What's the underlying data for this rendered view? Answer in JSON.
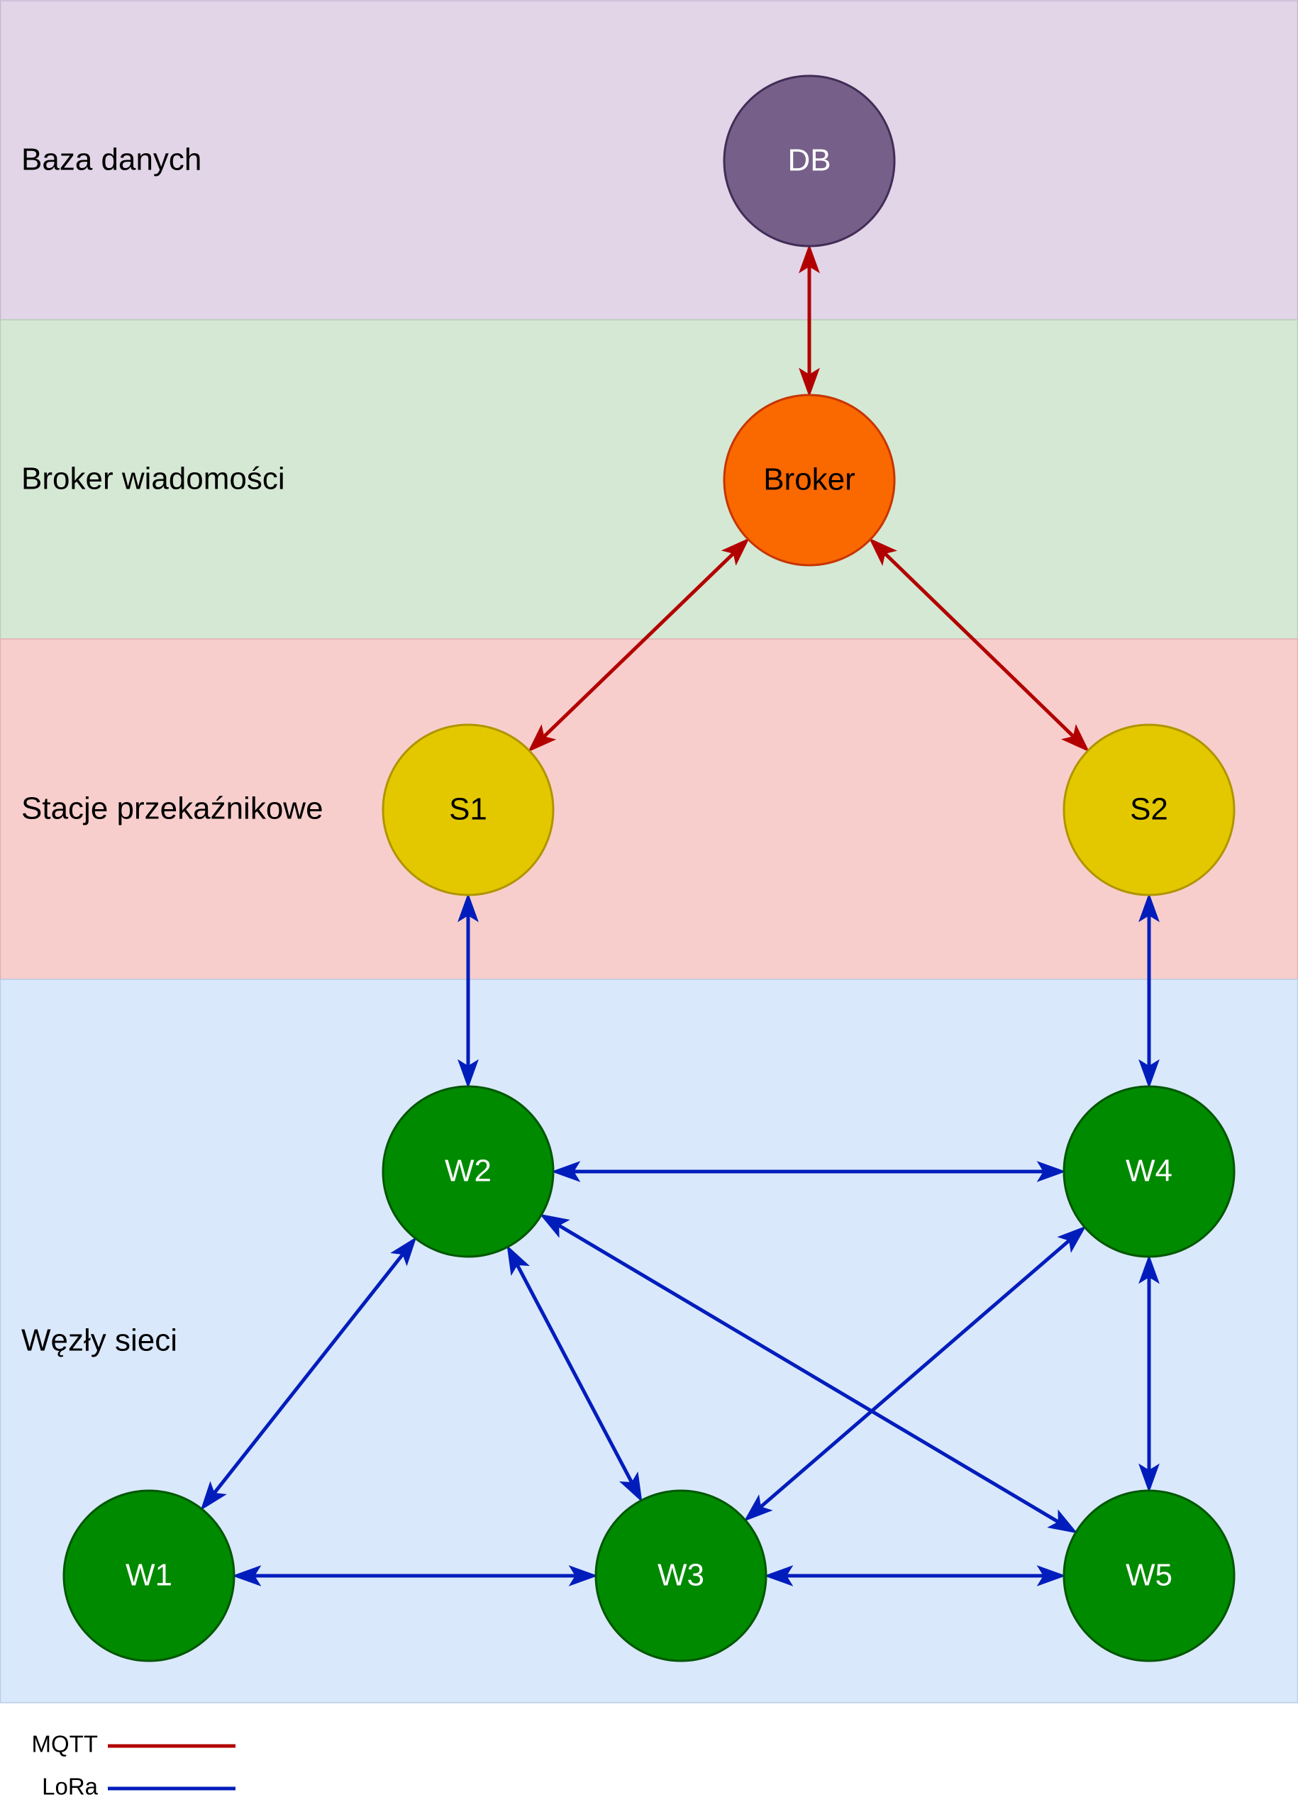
{
  "bands": [
    {
      "id": "db-layer",
      "label": "Baza danych",
      "color": "#e1d5e7",
      "border": "#c6b4d0"
    },
    {
      "id": "broker-layer",
      "label": "Broker wiadomości",
      "color": "#d5e8d4",
      "border": "#b9cfb8"
    },
    {
      "id": "relay-layer",
      "label": "Stacje przekaźnikowe",
      "color": "#f8cecc",
      "border": "#e0b2b0"
    },
    {
      "id": "nodes-layer",
      "label": "Węzły sieci",
      "color": "#dae8fc",
      "border": "#b9cde8"
    }
  ],
  "nodes": [
    {
      "id": "DB",
      "label": "DB",
      "fill": "#76608a",
      "stroke": "#432d57",
      "text": "#ffffff"
    },
    {
      "id": "Broker",
      "label": "Broker",
      "fill": "#fa6800",
      "stroke": "#c73500",
      "text": "#000000"
    },
    {
      "id": "S1",
      "label": "S1",
      "fill": "#e3c800",
      "stroke": "#b09500",
      "text": "#000000"
    },
    {
      "id": "S2",
      "label": "S2",
      "fill": "#e3c800",
      "stroke": "#b09500",
      "text": "#000000"
    },
    {
      "id": "W1",
      "label": "W1",
      "fill": "#008a00",
      "stroke": "#005700",
      "text": "#ffffff"
    },
    {
      "id": "W2",
      "label": "W2",
      "fill": "#008a00",
      "stroke": "#005700",
      "text": "#ffffff"
    },
    {
      "id": "W3",
      "label": "W3",
      "fill": "#008a00",
      "stroke": "#005700",
      "text": "#ffffff"
    },
    {
      "id": "W4",
      "label": "W4",
      "fill": "#008a00",
      "stroke": "#005700",
      "text": "#ffffff"
    },
    {
      "id": "W5",
      "label": "W5",
      "fill": "#008a00",
      "stroke": "#005700",
      "text": "#ffffff"
    }
  ],
  "edges": [
    {
      "from": "DB",
      "to": "Broker",
      "type": "MQTT"
    },
    {
      "from": "Broker",
      "to": "S1",
      "type": "MQTT"
    },
    {
      "from": "Broker",
      "to": "S2",
      "type": "MQTT"
    },
    {
      "from": "S1",
      "to": "W2",
      "type": "LoRa"
    },
    {
      "from": "S2",
      "to": "W4",
      "type": "LoRa"
    },
    {
      "from": "W2",
      "to": "W4",
      "type": "LoRa"
    },
    {
      "from": "W2",
      "to": "W1",
      "type": "LoRa"
    },
    {
      "from": "W2",
      "to": "W3",
      "type": "LoRa"
    },
    {
      "from": "W2",
      "to": "W5",
      "type": "LoRa"
    },
    {
      "from": "W4",
      "to": "W3",
      "type": "LoRa"
    },
    {
      "from": "W4",
      "to": "W5",
      "type": "LoRa"
    },
    {
      "from": "W1",
      "to": "W3",
      "type": "LoRa"
    },
    {
      "from": "W3",
      "to": "W5",
      "type": "LoRa"
    }
  ],
  "legend": [
    {
      "label": "MQTT",
      "type": "MQTT"
    },
    {
      "label": "LoRa",
      "type": "LoRa"
    }
  ],
  "colors": {
    "MQTT": "#b20000",
    "LoRa": "#001dbc"
  }
}
